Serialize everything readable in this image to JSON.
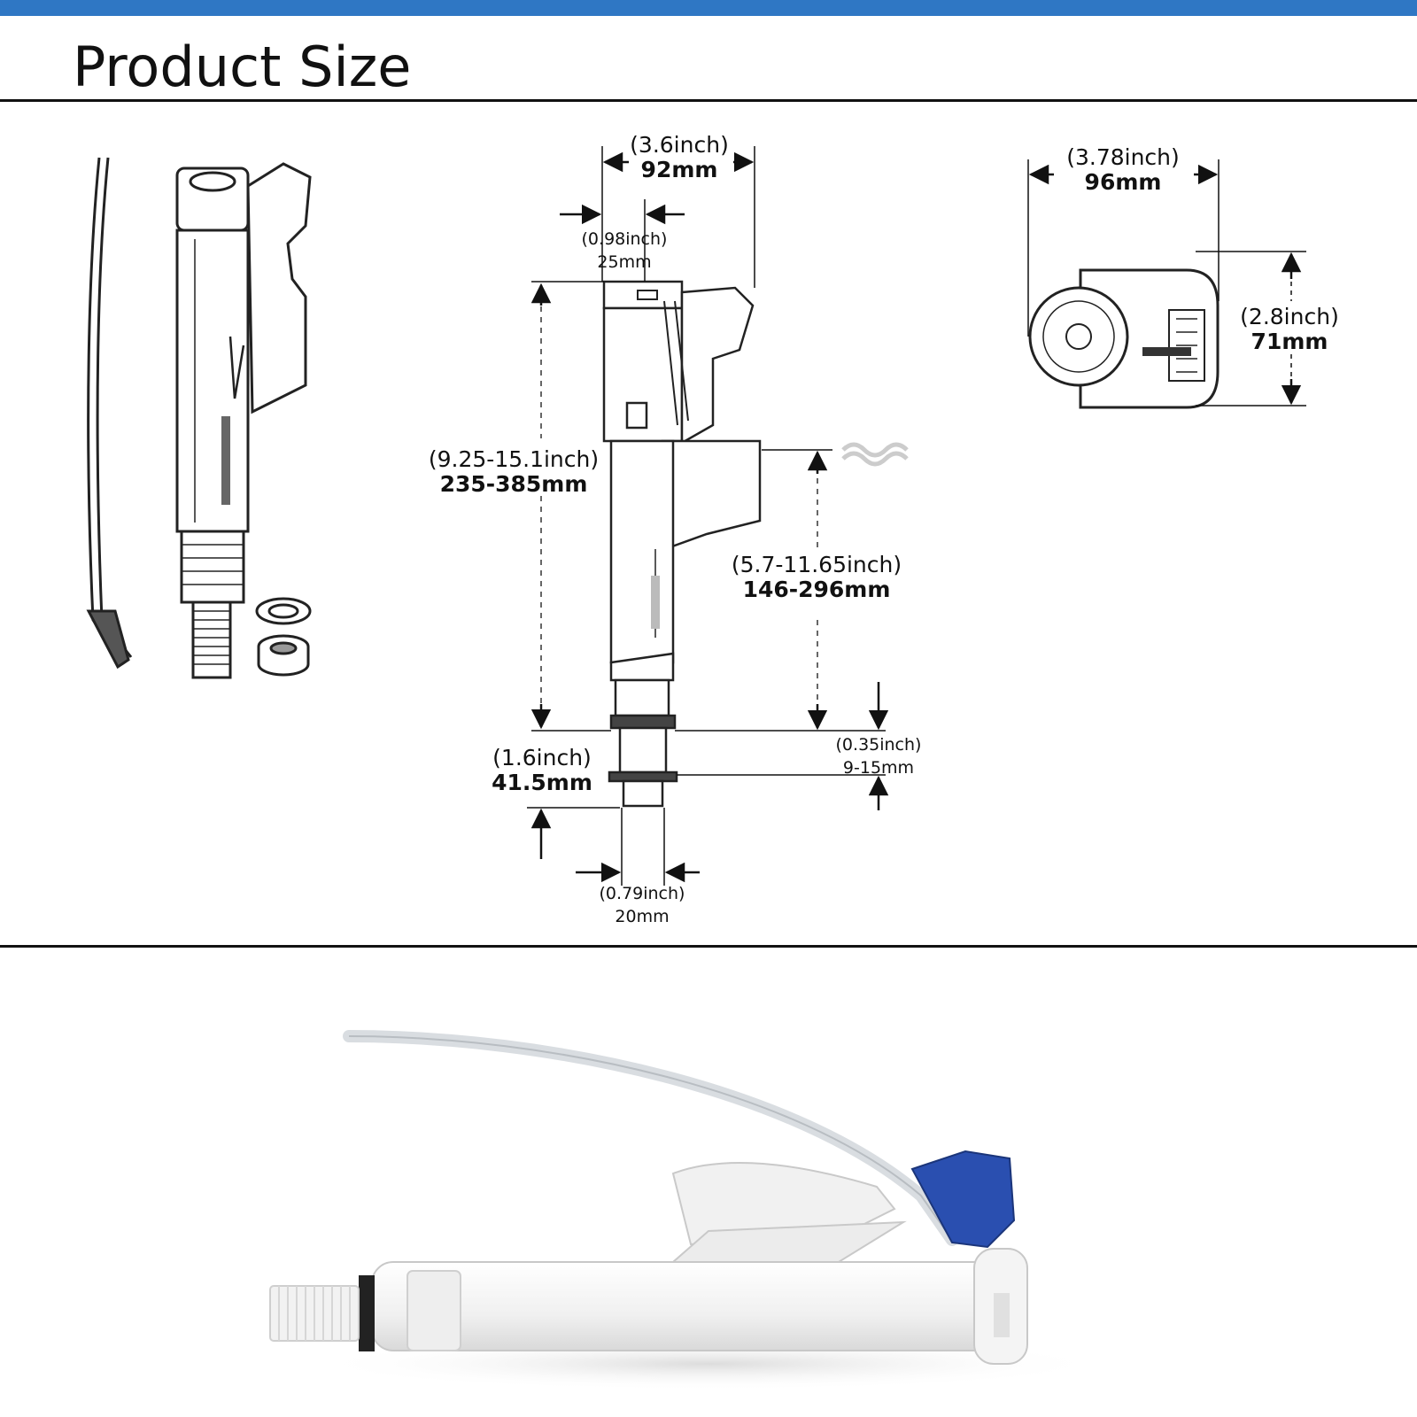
{
  "header": {
    "title": "Product Size",
    "accent_color": "#2f77c4"
  },
  "dimensions": {
    "body_width": {
      "inch": "(3.6inch)",
      "mm": "92mm"
    },
    "inlet_width": {
      "inch": "(0.98inch)",
      "mm": "25mm"
    },
    "top_width": {
      "inch": "(3.78inch)",
      "mm": "96mm"
    },
    "top_depth": {
      "inch": "(2.8inch)",
      "mm": "71mm"
    },
    "total_height": {
      "inch": "(9.25-15.1inch)",
      "mm": "235-385mm"
    },
    "fill_height": {
      "inch": "(5.7-11.65inch)",
      "mm": "146-296mm"
    },
    "thread_length": {
      "inch": "(1.6inch)",
      "mm": "41.5mm"
    },
    "washer_gap": {
      "inch": "(0.35inch)",
      "mm": "9-15mm"
    },
    "thread_diameter": {
      "inch": "(0.79inch)",
      "mm": "20mm"
    }
  },
  "icons": [
    "fill-valve-sketch",
    "refill-tube-sketch",
    "nut-washer-sketch",
    "fill-valve-diagram",
    "fill-valve-top-view",
    "water-level-icon",
    "fill-valve-photo"
  ]
}
